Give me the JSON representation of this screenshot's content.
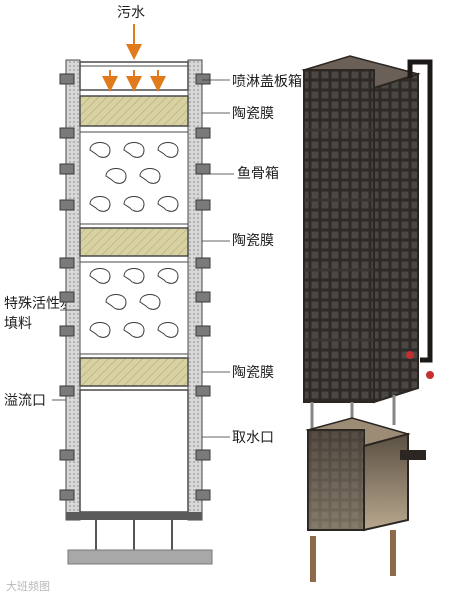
{
  "labels": {
    "inlet": "污水",
    "spray_cover": "喷淋盖板箱",
    "ceramic_1": "陶瓷膜",
    "fishbone": "鱼骨箱",
    "ceramic_2": "陶瓷膜",
    "carbon": "特殊活性炭填料",
    "ceramic_3": "陶瓷膜",
    "overflow": "溢流口",
    "outlet": "取水口"
  },
  "watermark": "大班频图",
  "colors": {
    "frame": "#4a4a4a",
    "membrane_fill": "#d8d2a2",
    "arrow": "#e07a1a",
    "photo_frame": "#3a3430",
    "photo_grid": "#c8c2b8",
    "base": "#a8a8a8"
  }
}
